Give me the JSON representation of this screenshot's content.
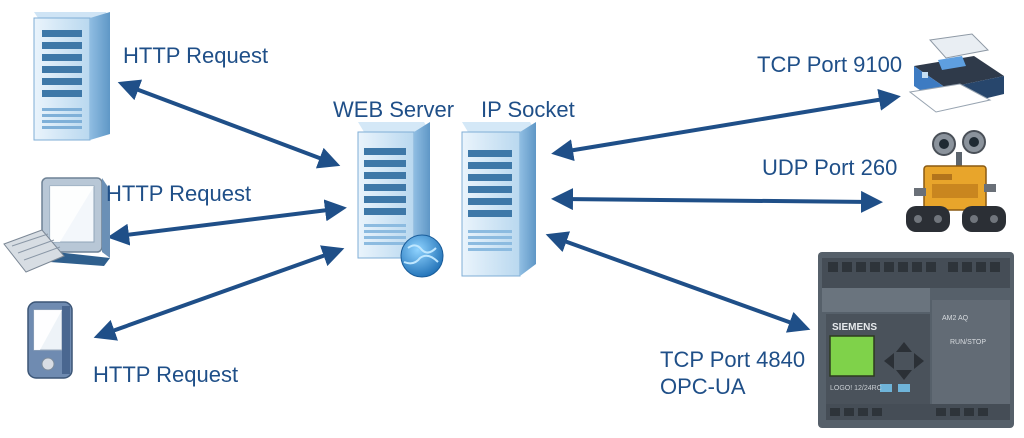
{
  "diagram": {
    "clients": [
      {
        "label": "HTTP Request",
        "icon": "server-tower-icon"
      },
      {
        "label": "HTTP Request",
        "icon": "desktop-computer-icon"
      },
      {
        "label": "HTTP Request",
        "icon": "pda-device-icon"
      }
    ],
    "servers": [
      {
        "label": "WEB Server",
        "icon": "web-server-icon"
      },
      {
        "label": "IP Socket",
        "icon": "socket-server-icon"
      }
    ],
    "devices": [
      {
        "label": "TCP Port 9100",
        "icon": "printer-icon"
      },
      {
        "label": "UDP Port 260",
        "icon": "robot-icon"
      },
      {
        "label_line1": "TCP Port 4840",
        "label_line2": "OPC-UA",
        "icon": "plc-controller-icon",
        "plc_brand": "SIEMENS",
        "plc_model": "LOGO! 12/24RC",
        "plc_ports": "AM2 AQ",
        "plc_mode": "RUN/STOP"
      }
    ],
    "colors": {
      "arrow": "#1f4f88",
      "text": "#1f4f88",
      "server_light": "#d3e7f6",
      "server_mid": "#a9cde9",
      "server_dark": "#3e78a8",
      "plc_body": "#56606a",
      "plc_screen": "#7fd24a"
    }
  }
}
